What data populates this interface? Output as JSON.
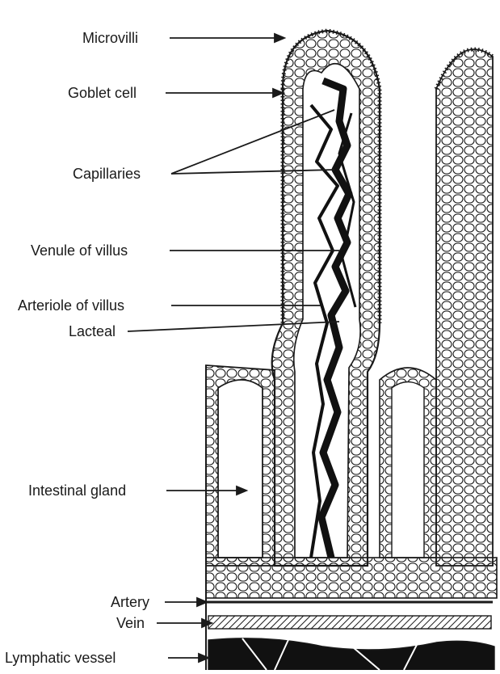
{
  "labels": {
    "microvilli": "Microvilli",
    "goblet_cell": "Goblet cell",
    "capillaries": "Capillaries",
    "venule": "Venule of villus",
    "arteriole": "Arteriole of villus",
    "lacteal": "Lacteal",
    "intestinal_gland": "Intestinal gland",
    "artery": "Artery",
    "vein": "Vein",
    "lymphatic_vessel": "Lymphatic vessel"
  },
  "colors": {
    "ink": "#1a1a1a",
    "background": "#ffffff",
    "fill_dark": "#111111"
  }
}
